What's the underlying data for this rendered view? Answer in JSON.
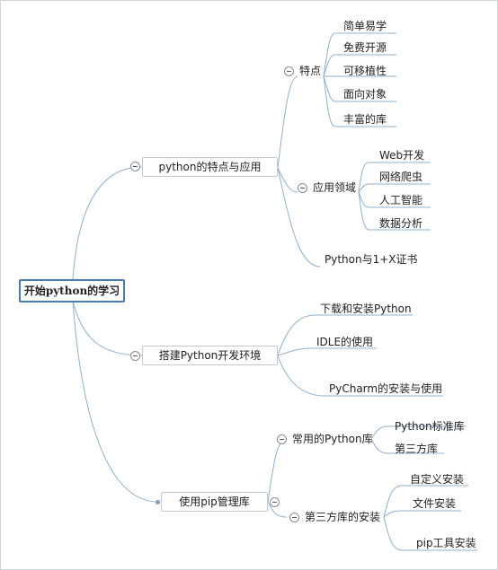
{
  "root": {
    "label": "开始python的学习"
  },
  "branches": [
    {
      "label": "python的特点与应用",
      "groups": [
        {
          "label": "特点",
          "items": [
            "简单易学",
            "免费开源",
            "可移植性",
            "面向对象",
            "丰富的库"
          ]
        },
        {
          "label": "应用领域",
          "items": [
            "Web开发",
            "网络爬虫",
            "人工智能",
            "数据分析"
          ]
        }
      ],
      "leaf": "Python与1+X证书"
    },
    {
      "label": "搭建Python开发环境",
      "items": [
        "下载和安装Python",
        "IDLE的使用",
        "PyCharm的安装与使用"
      ]
    },
    {
      "label": "使用pip管理库",
      "groups": [
        {
          "label": "常用的Python库",
          "items": [
            "Python标准库",
            "第三方库"
          ]
        },
        {
          "label": "第三方库的安装",
          "items": [
            "自定义安装",
            "文件安装",
            "pip工具安装"
          ]
        }
      ]
    }
  ],
  "colors": {
    "link": "#8fb0cc",
    "root_border": "#4a7ab0",
    "box_border": "#c3ccd3"
  }
}
